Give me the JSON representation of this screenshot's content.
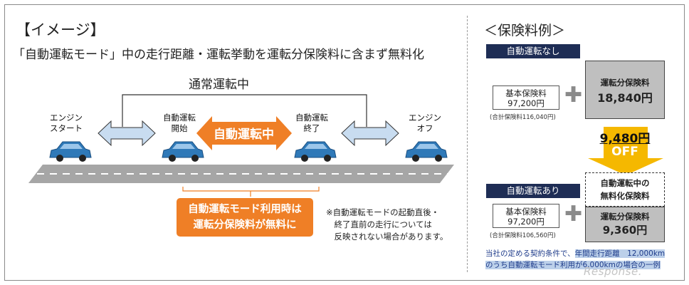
{
  "left": {
    "heading": "【イメージ】",
    "subtitle": "「自動運転モード」中の走行距離・運転挙動を運転分保険料に含まず無料化",
    "normal_driving": "通常運転中",
    "labels": {
      "engine_start": [
        "エンジン",
        "スタート"
      ],
      "auto_start": [
        "自動運転",
        "開始"
      ],
      "auto_end": [
        "自動運転",
        "終了"
      ],
      "engine_off": [
        "エンジン",
        "オフ"
      ]
    },
    "auto_driving": "自動運転中",
    "free_box": [
      "自動運転モード利用時は",
      "運転分保険料が無料に"
    ],
    "note": [
      "※自動運転モードの起動直後・",
      "　終了直前の走行については",
      "　反映されない場合があります。"
    ]
  },
  "right": {
    "heading": "＜保険料例＞",
    "case_without": {
      "label": "自動運転なし",
      "base_label": "基本保険料",
      "base_value": "97,200円",
      "total": "(合計保険料116,040円)",
      "driving_label": "運転分保険料",
      "driving_value": "18,840円"
    },
    "discount": {
      "amount": "9,480円",
      "off": "OFF"
    },
    "case_with": {
      "label": "自動運転あり",
      "base_label": "基本保険料",
      "base_value": "97,200円",
      "total": "(合計保険料106,560円)",
      "free_label": [
        "自動運転中の",
        "無料化保険料"
      ],
      "driving_label": "運転分保険料",
      "driving_value": "9,360円"
    },
    "condition": {
      "line1_a": "当社の定める契約条件で、",
      "line1_b": "年間走行距離　12,000km",
      "line2_a": "のうち自動運転モード利用が",
      "line2_b": "6,000km",
      "line2_c": "の場合の一例"
    },
    "plus": "✚"
  },
  "watermark": "Response.",
  "colors": {
    "orange": "#ef7f26",
    "navy": "#1e2d55",
    "car_blue": "#2f79b8",
    "arrow_blue": "#c8dcf0",
    "arrow_yellow": "#f5b800",
    "road_gray": "#a6a6a6"
  }
}
